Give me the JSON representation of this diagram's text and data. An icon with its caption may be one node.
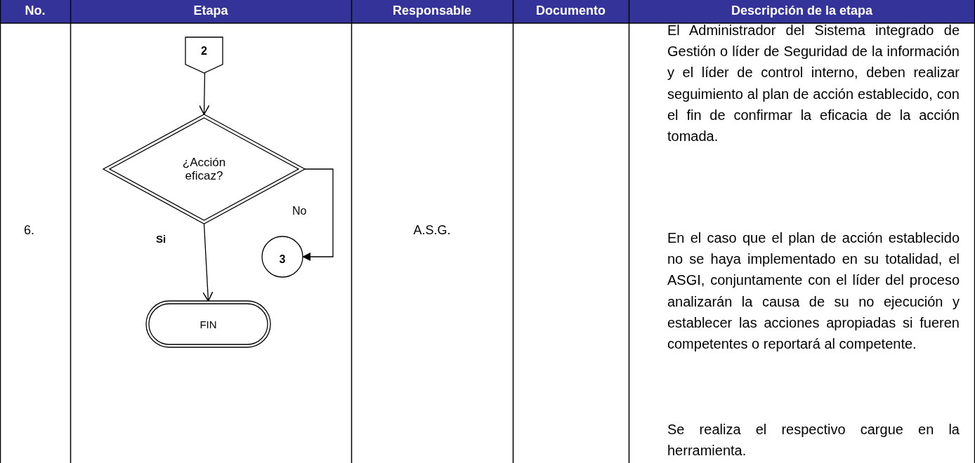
{
  "diagram": {
    "nodes": [
      {
        "text": [
          "2"
        ]
      },
      {
        "text": [
          "¿Acción eficaz?"
        ]
      },
      {
        "text": [
          "3"
        ]
      },
      {
        "text": [
          "FIN"
        ]
      }
    ],
    "edges": [
      {
        "from": 0,
        "to": 1,
        "arrow": "to"
      },
      {
        "from": 1,
        "to": 2,
        "arrow": "to",
        "label": "No"
      },
      {
        "from": 1,
        "to": 3,
        "arrow": "to",
        "label": "Si"
      }
    ],
    "labels": [
      "No.",
      "Etapa",
      "Responsable",
      "Documento",
      "Descripción de la etapa",
      "6.",
      "A.S.G.",
      "El Administrador del Sistema integrado de Gestión o líder de Seguridad de la información y el líder de control interno, deben realizar seguimiento al plan de acción establecido, con el fin de confirmar la eficacia de la acción tomada.",
      "En el caso que el plan de acción establecido no se haya implementado en su totalidad, el ASGI, conjuntamente con el líder del proceso analizarán la causa de su no ejecución y establecer las acciones apropiadas si fueren competentes o reportará al competente.",
      "Se realiza el respectivo cargue en la herramienta."
    ]
  }
}
